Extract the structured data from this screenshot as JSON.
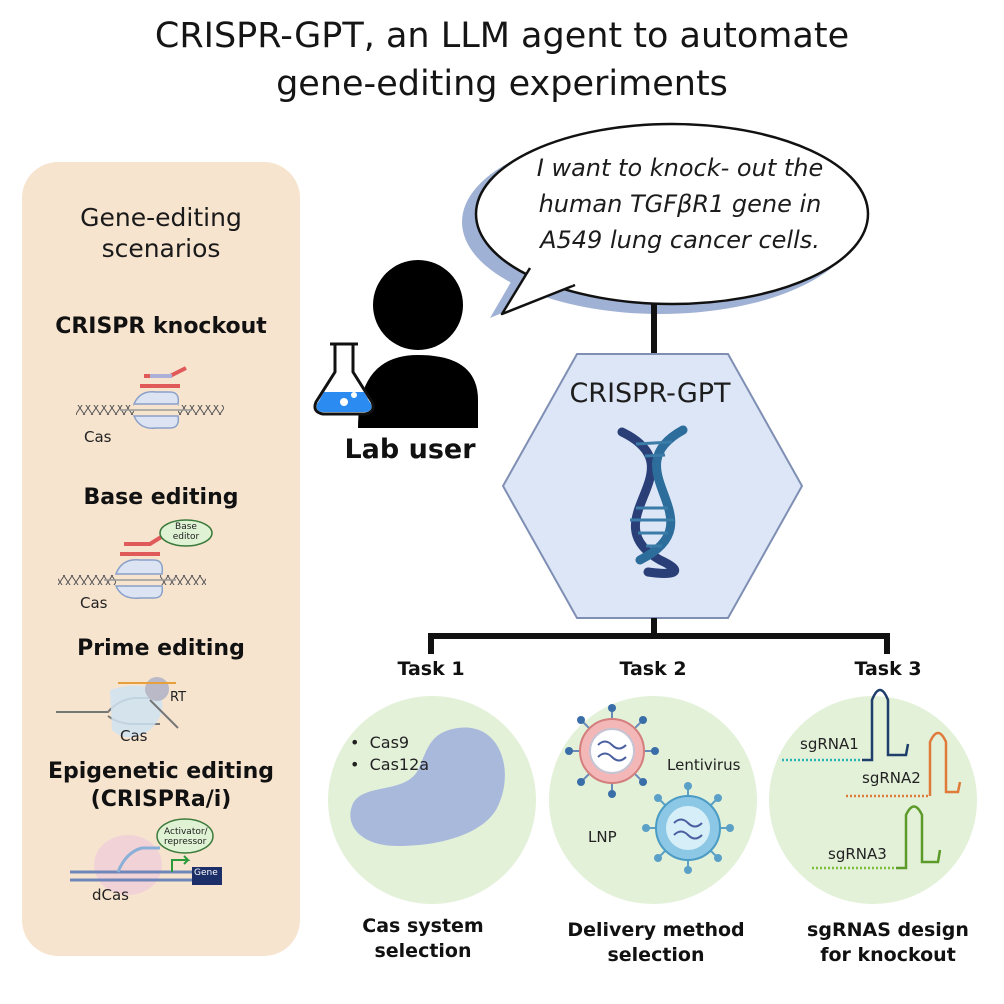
{
  "title": {
    "line1": "CRISPR-GPT, an LLM agent to automate",
    "line2": "gene-editing experiments"
  },
  "scenarios": {
    "heading_line1": "Gene-editing",
    "heading_line2": "scenarios",
    "items": [
      {
        "label": "CRISPR knockout",
        "protein": "Cas"
      },
      {
        "label": "Base editing",
        "protein": "Cas",
        "tag_line1": "Base",
        "tag_line2": "editor"
      },
      {
        "label": "Prime editing",
        "protein": "Cas",
        "tag": "RT"
      },
      {
        "label_line1": "Epigenetic editing",
        "label_line2": "(CRISPRa/i)",
        "protein": "dCas",
        "tag_line1": "Activator/",
        "tag_line2": "repressor",
        "gene": "Gene"
      }
    ]
  },
  "speech": {
    "line1": "I want to knock- out the",
    "line2": "human TGFβR1 gene in",
    "line3": "A549 lung cancer cells."
  },
  "lab_user": {
    "label": "Lab user"
  },
  "agent": {
    "name": "CRISPR-GPT"
  },
  "tasks": [
    {
      "label": "Task 1",
      "caption_line1": "Cas system",
      "caption_line2": "selection",
      "options": [
        "Cas9",
        "Cas12a"
      ]
    },
    {
      "label": "Task 2",
      "caption_line1": "Delivery method",
      "caption_line2": "selection",
      "options": [
        "Lentivirus",
        "LNP"
      ]
    },
    {
      "label": "Task 3",
      "caption_line1": "sgRNAS design",
      "caption_line2": "for knockout",
      "options": [
        "sgRNA1",
        "sgRNA2",
        "sgRNA3"
      ]
    }
  ],
  "colors": {
    "panel_bg": "#f7e4cf",
    "hexagon_fill": "#dde6f6",
    "task_circle": "#e3f1d9",
    "protein_blob": "#a9b9dc",
    "flask_liquid": "#2c8bf0"
  }
}
